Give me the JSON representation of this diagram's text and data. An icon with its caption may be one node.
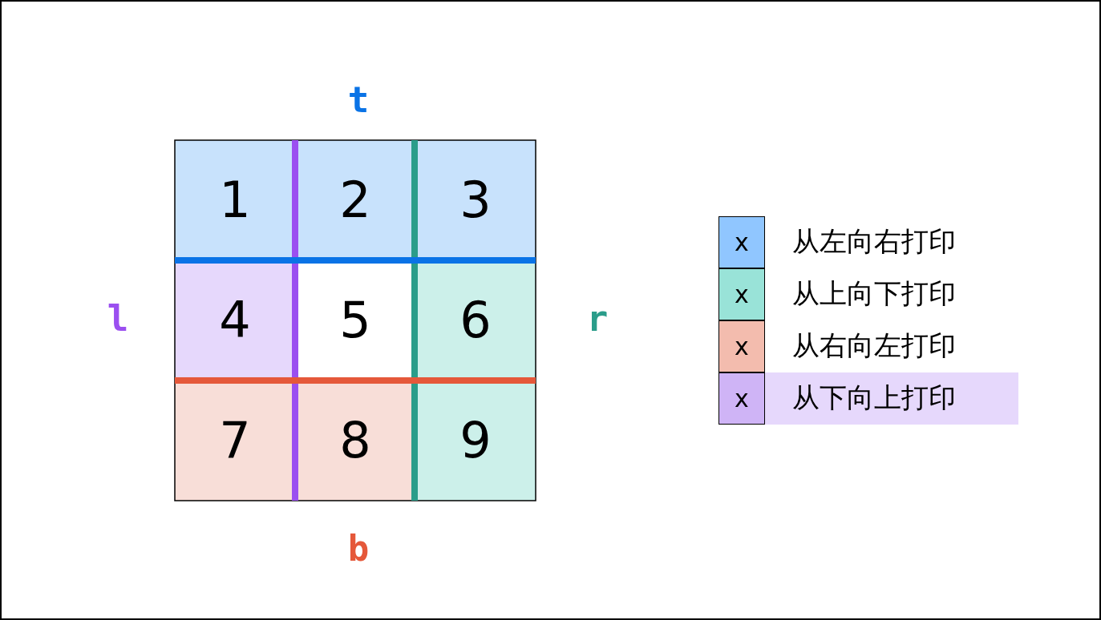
{
  "diagram": {
    "nodes": [
      {
        "text": [
          "1"
        ]
      },
      {
        "text": [
          "2"
        ]
      },
      {
        "text": [
          "3"
        ]
      },
      {
        "text": [
          "4"
        ]
      },
      {
        "text": [
          "5"
        ]
      },
      {
        "text": [
          "6"
        ]
      },
      {
        "text": [
          "7"
        ]
      },
      {
        "text": [
          "8"
        ]
      },
      {
        "text": [
          "9"
        ]
      }
    ],
    "labels": [
      "t",
      "l",
      "r",
      "b",
      "x",
      "x",
      "x",
      "x"
    ],
    "legend": [
      {
        "text": "从左向右打印",
        "color": "#90c6ff"
      },
      {
        "text": "从上向下打印",
        "color": "#99e3d8"
      },
      {
        "text": "从右向左打印",
        "color": "#f3bcae"
      },
      {
        "text": "从下向上打印",
        "color": "#cfb4f6"
      }
    ]
  }
}
